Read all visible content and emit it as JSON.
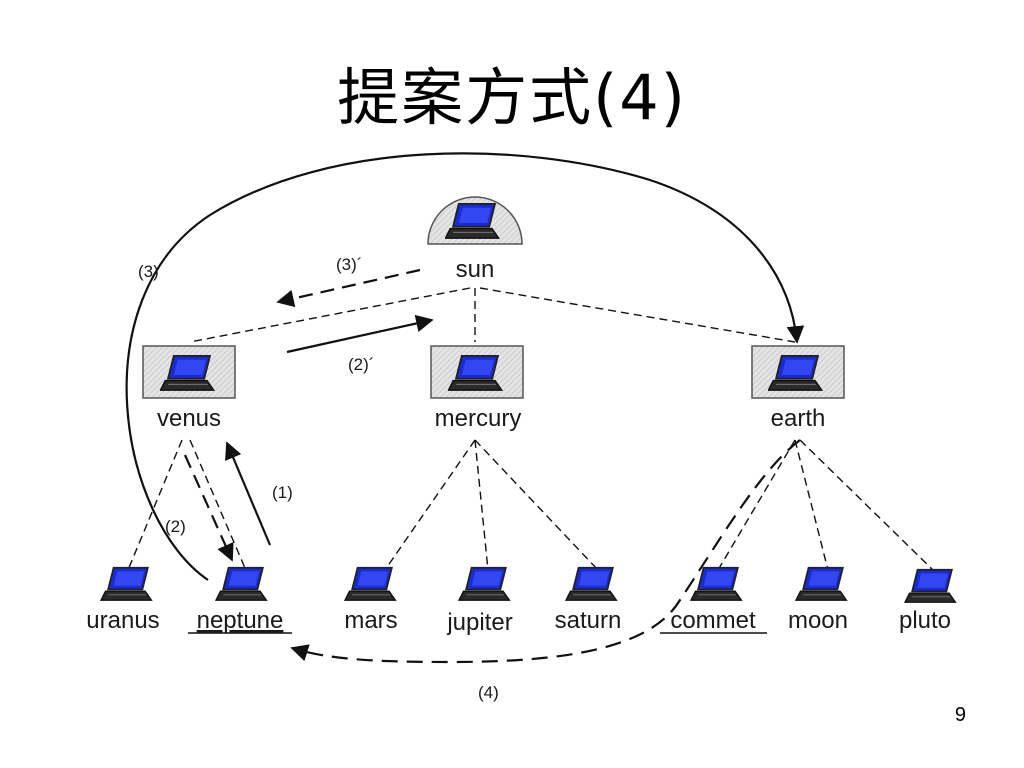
{
  "slide": {
    "title": "提案方式(4)",
    "page_number": "9"
  },
  "nodes": {
    "sun": "sun",
    "venus": "venus",
    "mercury": "mercury",
    "earth": "earth",
    "uranus": "uranus",
    "neptune": "neptune",
    "mars": "mars",
    "jupiter": "jupiter",
    "saturn": "saturn",
    "commet": "commet",
    "moon": "moon",
    "pluto": "pluto"
  },
  "steps": {
    "s1": "(1)",
    "s2": "(2)",
    "s2p": "(2)´",
    "s3": "(3)",
    "s3p": "(3)´",
    "s4": "(4)"
  },
  "colors": {
    "laptop_screen": "#1a2bd6",
    "laptop_body": "#222222",
    "node_box": "#dcdcdc",
    "line": "#111111"
  }
}
